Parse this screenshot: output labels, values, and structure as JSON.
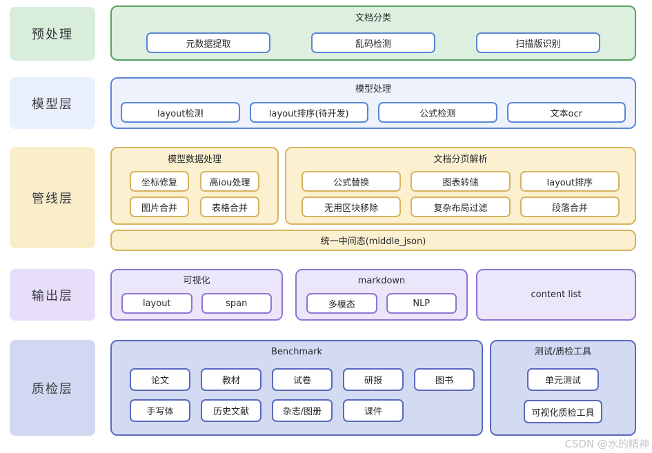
{
  "sidebar": {
    "preprocess": "预处理",
    "model": "模型层",
    "pipeline": "管线层",
    "output": "输出层",
    "qa": "质检层"
  },
  "preprocess": {
    "title": "文档分类",
    "items": {
      "metadata": "元数据提取",
      "garbled": "乱码检测",
      "scan": "扫描版识别"
    }
  },
  "model": {
    "title": "模型处理",
    "items": {
      "layout_det": "layout检测",
      "layout_sort": "layout排序(待开发)",
      "formula_det": "公式检测",
      "text_ocr": "文本ocr"
    }
  },
  "pipeline": {
    "model_data": {
      "title": "模型数据处理",
      "items": {
        "coord_fix": "坐标修复",
        "high_iou": "高iou处理",
        "img_merge": "图片合并",
        "table_merge": "表格合并"
      }
    },
    "doc_parse": {
      "title": "文档分页解析",
      "items": {
        "formula_replace": "公式替换",
        "chart_dump": "图表转储",
        "layout_sort": "layout排序",
        "useless_remove": "无用区块移除",
        "complex_filter": "复杂布局过滤",
        "para_merge": "段落合并"
      }
    },
    "middle_state": "统一中间态(middle_json)"
  },
  "output": {
    "visual": {
      "title": "可视化",
      "items": {
        "layout": "layout",
        "span": "span"
      }
    },
    "markdown": {
      "title": "markdown",
      "items": {
        "multimodal": "多模态",
        "nlp": "NLP"
      }
    },
    "content_list": "content list"
  },
  "qa": {
    "benchmark": {
      "title": "Benchmark",
      "items": {
        "paper": "论文",
        "textbook": "教材",
        "exam": "试卷",
        "report": "研报",
        "book": "图书",
        "handwriting": "手写体",
        "historical": "历史文献",
        "magazine": "杂志/图册",
        "courseware": "课件"
      }
    },
    "tools": {
      "title": "测试/质检工具",
      "items": {
        "unit_test": "单元测试",
        "visual_qa": "可视化质检工具"
      }
    }
  },
  "watermark": "CSDN @水的精神",
  "colors": {
    "green_border": "#56a25f",
    "green_fill": "#ddefdf",
    "blue_border": "#5b86d7",
    "blue_fill": "#edf2fc",
    "yellow_border": "#d6b45e",
    "yellow_fill": "#fbf0cf",
    "purple_border": "#8e74d5",
    "purple_fill": "#ece6fb",
    "periwinkle_border": "#5969bf",
    "periwinkle_fill": "#d3dbf3"
  }
}
